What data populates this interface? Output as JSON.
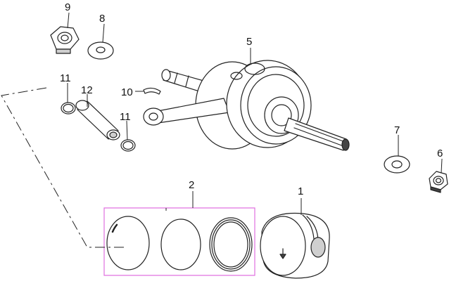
{
  "callouts": {
    "c1": "1",
    "c2": "2",
    "c5": "5",
    "c6": "6",
    "c7": "7",
    "c8": "8",
    "c9": "9",
    "c10": "10",
    "c11a": "11",
    "c11b": "11",
    "c12": "12"
  },
  "colors": {
    "line": "#222222",
    "group_box": "#e070e0",
    "background": "#ffffff"
  }
}
